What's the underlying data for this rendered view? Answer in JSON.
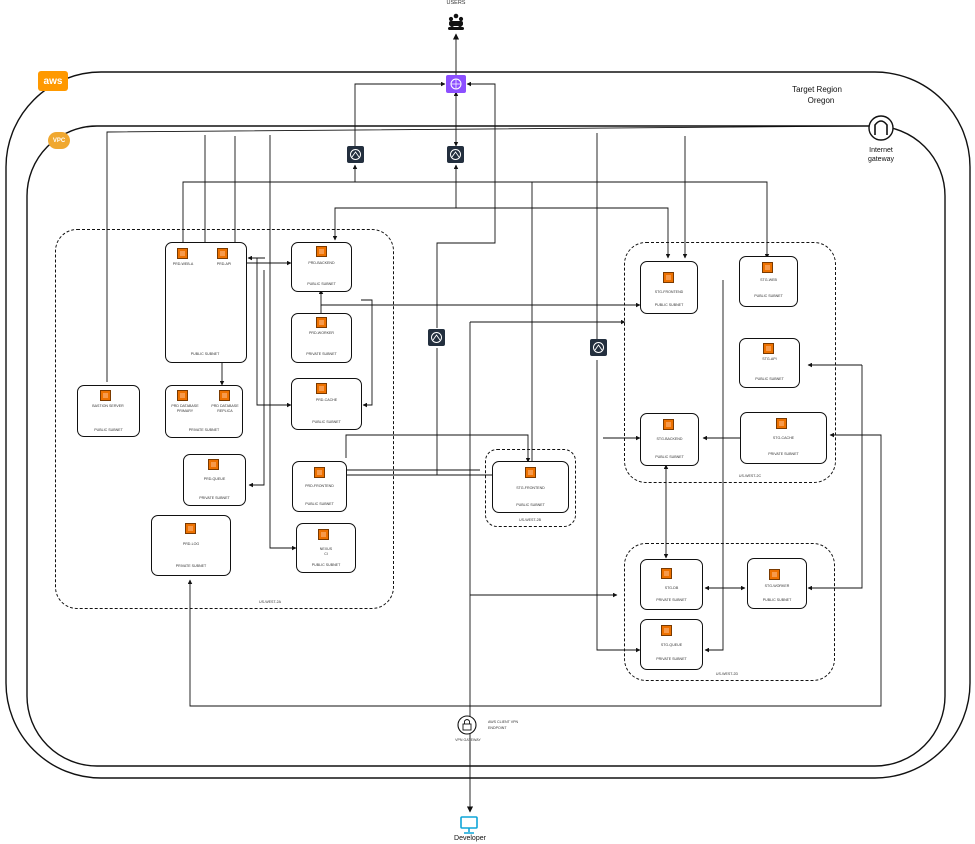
{
  "header": {
    "users_label": "USERS",
    "region_line1": "Target Region",
    "region_line2": "Oregon",
    "aws_logo_text": "aws",
    "vpc_logo_text": "VPC",
    "igw_label_line1": "Internet",
    "igw_label_line2": "gateway"
  },
  "azs": {
    "left": "US-WEST-2A",
    "middle": "US-WEST-2B",
    "right_top": "US-WEST-2C",
    "right_bottom": "US-WEST-2D"
  },
  "instances": {
    "prd_web_a": {
      "name": "PRD-WEB-A",
      "subnet": ""
    },
    "prd_api": {
      "name": "PRD-API",
      "subnet": ""
    },
    "left_public_subnet": "PUBLIC SUBNET",
    "prd_backend": {
      "name": "PRD-BACKEND",
      "subnet": "PUBLIC SUBNET"
    },
    "prd_worker": {
      "name": "PRD-WORKER",
      "subnet": "PRIVATE SUBNET"
    },
    "prd_cache": {
      "name": "PRD-CACHE",
      "subnet": "PUBLIC SUBNET"
    },
    "bastion": {
      "name": "BASTION SERVER",
      "subnet": "PUBLIC SUBNET"
    },
    "prd_dbs": {
      "name": "PRD DATABASE PRIMARY",
      "name2": "PRD DATABASE REPLICA",
      "subnet": "PRIVATE SUBNET"
    },
    "prd_queue": {
      "name": "PRD-QUEUE",
      "subnet": "PRIVATE SUBNET"
    },
    "prd_log": {
      "name": "PRD-LOG",
      "subnet": "PRIVATE SUBNET"
    },
    "prd_frontend": {
      "name": "PRD-FRONTEND",
      "subnet": "PUBLIC SUBNET"
    },
    "nexus": {
      "name": "NEXUS",
      "name2": "CI",
      "subnet": "PUBLIC SUBNET"
    },
    "stg_mid": {
      "name": "STG-FRONTEND",
      "subnet": "PUBLIC SUBNET"
    },
    "stg_frontend": {
      "name": "STG-FRONTEND",
      "subnet": "PUBLIC SUBNET"
    },
    "stg_web": {
      "name": "STG-WEB",
      "subnet": "PUBLIC SUBNET"
    },
    "stg_api": {
      "name": "STG-API",
      "subnet": "PUBLIC SUBNET"
    },
    "stg_backend": {
      "name": "STG-BACKEND",
      "subnet": "PUBLIC SUBNET"
    },
    "stg_cache": {
      "name": "STG-CACHE",
      "subnet": "PRIVATE SUBNET"
    },
    "stg_db": {
      "name": "STG-DB",
      "subnet": "PRIVATE SUBNET"
    },
    "stg_worker": {
      "name": "STG-WORKER",
      "subnet": "PUBLIC SUBNET"
    },
    "stg_queue": {
      "name": "STG-QUEUE",
      "subnet": "PRIVATE SUBNET"
    }
  },
  "vpn": {
    "label_line1": "AWS CLIENT VPN",
    "label_line2": "ENDPOINT",
    "icon_label": "VPN GATEWAY"
  },
  "developer_label": "Developer",
  "colors": {
    "aws_orange": "#ff9900",
    "ec2_orange": "#ed7100",
    "cloudfront_purple": "#8c4fff",
    "load_balancer_navy": "#232f3e",
    "developer_blue": "#0ea5d8"
  }
}
